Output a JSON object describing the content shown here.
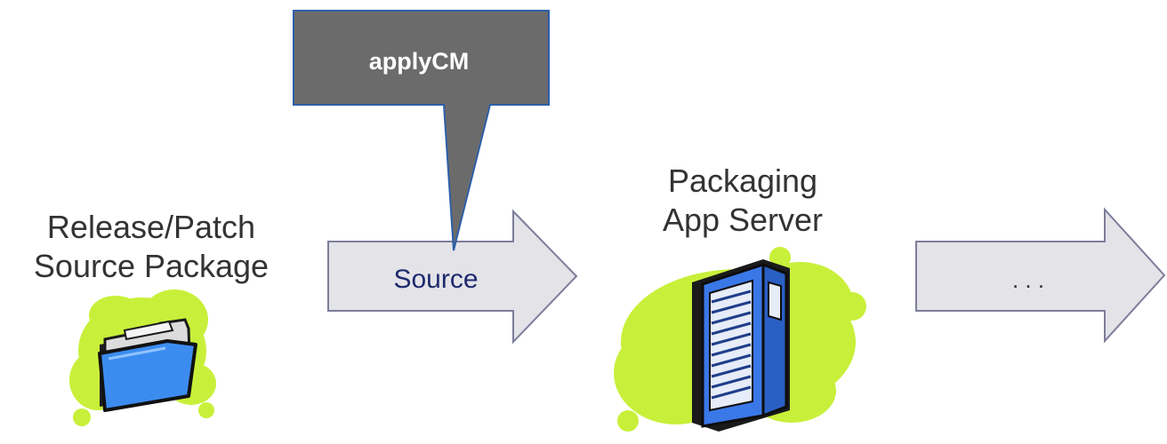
{
  "source_package": {
    "line1": "Release/Patch",
    "line2": "Source Package"
  },
  "arrow_source": {
    "label": "Source"
  },
  "callout": {
    "label": "applyCM"
  },
  "app_server": {
    "line1": "Packaging",
    "line2": "App Server"
  },
  "arrow_next": {
    "label": ". . ."
  },
  "colors": {
    "blob": "#c8f03a",
    "arrow_fill": "#e3e3e8",
    "arrow_stroke": "#7d7d9a",
    "callout_fill": "#6b6b6b",
    "callout_stroke": "#2d5fa8",
    "folder_blue": "#3c8cf0",
    "server_blue": "#3a78e8",
    "source_text": "#1f2a6e"
  }
}
